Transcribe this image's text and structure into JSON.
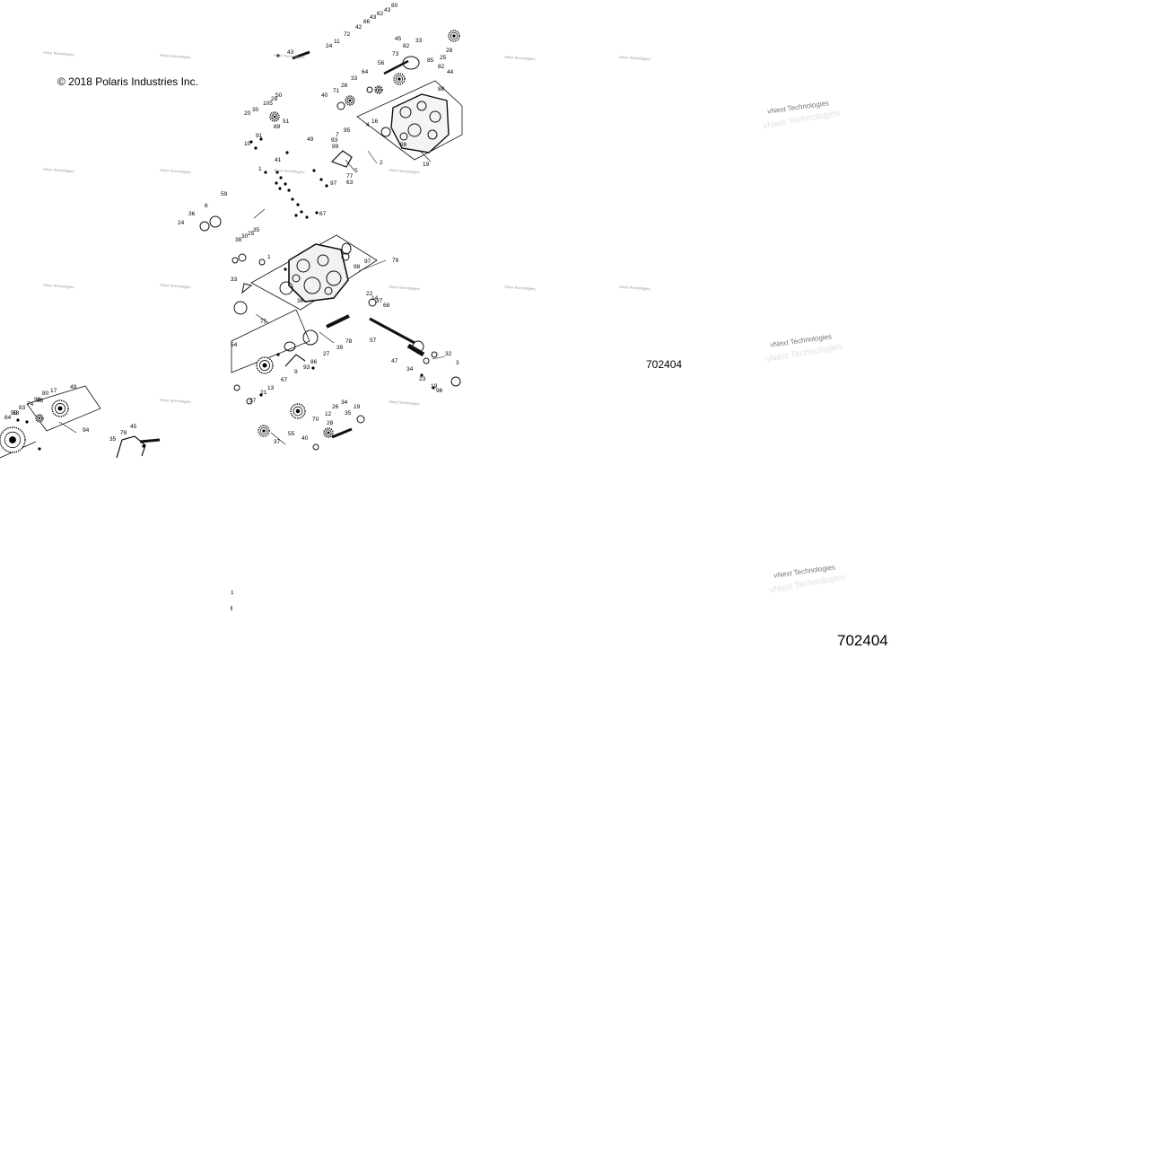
{
  "copyright": "© 2018 Polaris Industries Inc.",
  "part_number": "702404",
  "part_number_large": "702404",
  "watermark_text": "vNext Technologies",
  "callout_labels": {
    "upper": [
      "43",
      "11",
      "24",
      "72",
      "42",
      "86",
      "43",
      "62",
      "43",
      "80",
      "56",
      "64",
      "73",
      "82",
      "33",
      "71",
      "26",
      "33",
      "40",
      "50",
      "20",
      "30",
      "105",
      "28",
      "51",
      "89",
      "49",
      "10",
      "91",
      "41",
      "1",
      "7",
      "93",
      "95",
      "99",
      "5",
      "77",
      "63",
      "97",
      "67",
      "4",
      "16",
      "98",
      "2",
      "88",
      "19",
      "82",
      "44",
      "85",
      "25",
      "45",
      "28"
    ],
    "middle": [
      "59",
      "6",
      "36",
      "24",
      "38",
      "30",
      "25",
      "35",
      "1",
      "79",
      "97",
      "98",
      "33",
      "22",
      "14",
      "37",
      "68",
      "36",
      "75",
      "54",
      "57",
      "78",
      "39",
      "27",
      "86",
      "9",
      "93",
      "67",
      "13",
      "21",
      "37",
      "47",
      "34",
      "32",
      "3",
      "23",
      "19",
      "96",
      "26",
      "34",
      "12",
      "70",
      "55",
      "28",
      "35",
      "19",
      "37",
      "40"
    ],
    "left": [
      "49",
      "17",
      "80",
      "90",
      "74",
      "88",
      "83",
      "58",
      "90",
      "84",
      "94",
      "45",
      "78",
      "35"
    ],
    "bottom": [
      "1"
    ]
  },
  "colors": {
    "ink": "#000000",
    "line": "#111111",
    "watermark": "#777777",
    "background": "#ffffff"
  }
}
